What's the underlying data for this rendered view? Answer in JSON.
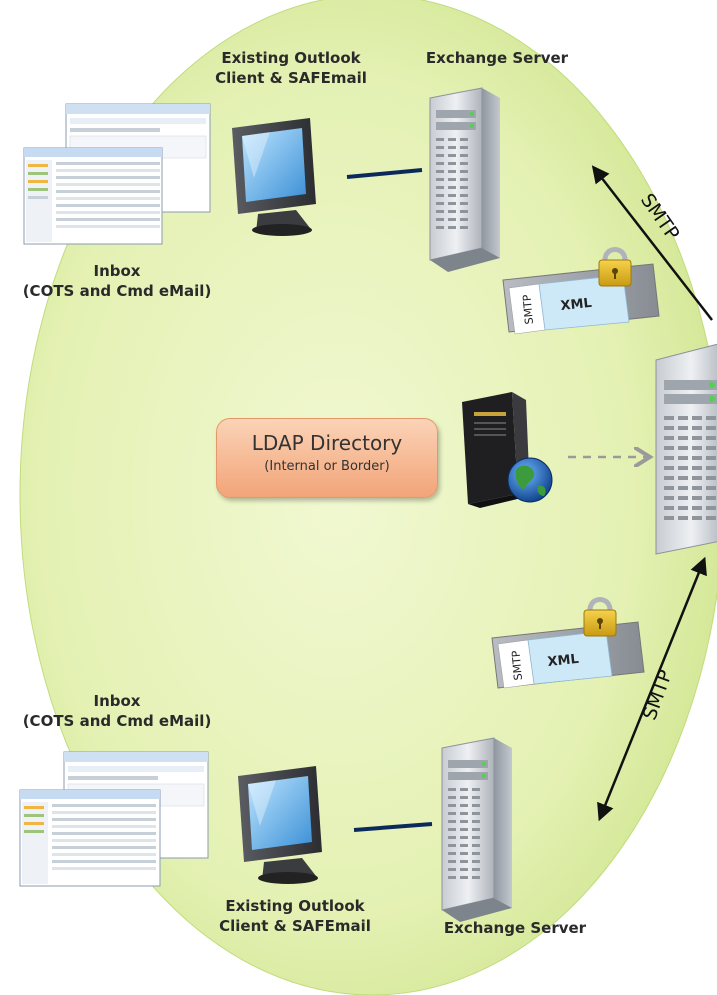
{
  "labels": {
    "top_client": [
      "Existing Outlook",
      "Client & SAFEmail"
    ],
    "top_server": "Exchange Server",
    "top_inbox": [
      "Inbox",
      "(COTS and Cmd eMail)"
    ],
    "ldap_title": "LDAP Directory",
    "ldap_sub": "(Internal or Border)",
    "bottom_inbox": [
      "Inbox",
      "(COTS and Cmd eMail)"
    ],
    "bottom_client": [
      "Existing Outlook",
      "Client & SAFEmail"
    ],
    "bottom_server": "Exchange Server",
    "smtp_top": "SMTP",
    "smtp_bottom": "SMTP",
    "envelope_top": {
      "side": "SMTP",
      "tag": "XML"
    },
    "envelope_bottom": {
      "side": "SMTP",
      "tag": "XML"
    }
  },
  "colors": {
    "ellipse_center": "#eef7c8",
    "ellipse_edge": "#c9e38a",
    "link_line": "#0b2a5b",
    "ldap_box": "#f6b48c",
    "dashed_arrow": "#9a9a9a"
  },
  "icons": [
    "outlook-screenshot-icon",
    "monitor-icon",
    "server-tower-icon",
    "encrypted-envelope-icon",
    "lock-icon",
    "ldap-server-globe-icon",
    "central-server-icon"
  ]
}
